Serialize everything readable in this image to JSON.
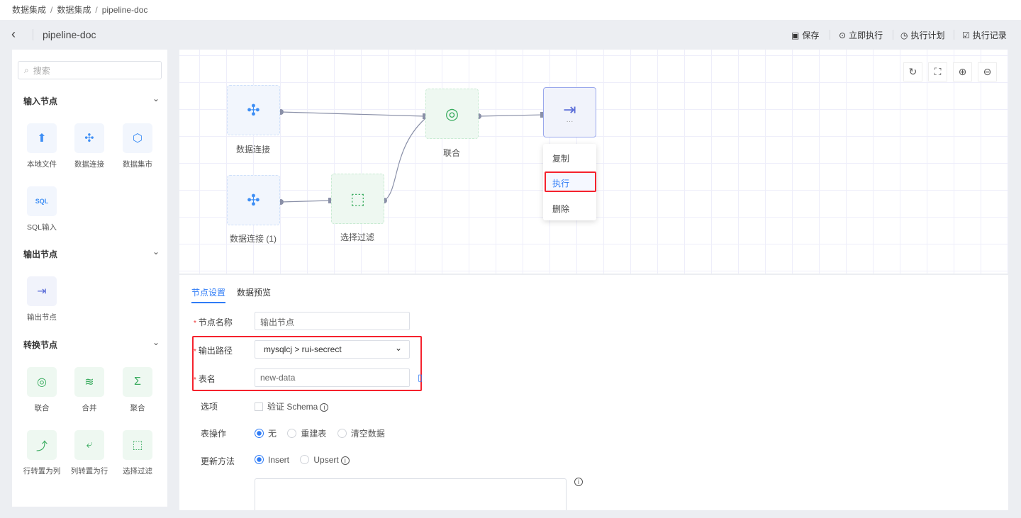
{
  "breadcrumb": [
    "数据集成",
    "数据集成",
    "pipeline-doc"
  ],
  "header": {
    "title": "pipeline-doc",
    "actions": {
      "save": "保存",
      "run_now": "立即执行",
      "schedule": "执行计划",
      "history": "执行记录"
    }
  },
  "sidebar": {
    "search_placeholder": "搜索",
    "sections": [
      {
        "title": "输入节点",
        "items": [
          "本地文件",
          "数据连接",
          "数据集市",
          "SQL输入"
        ]
      },
      {
        "title": "输出节点",
        "items": [
          "输出节点"
        ]
      },
      {
        "title": "转换节点",
        "items": [
          "联合",
          "合并",
          "聚合",
          "行转置为列",
          "列转置为行",
          "选择过滤"
        ]
      }
    ]
  },
  "canvas": {
    "nodes": {
      "conn1": "数据连接",
      "conn2": "数据连接 (1)",
      "filter": "选择过滤",
      "union": "联合"
    },
    "context_menu": [
      "复制",
      "执行",
      "删除"
    ]
  },
  "panel": {
    "tabs": [
      "节点设置",
      "数据预览"
    ],
    "fields": {
      "node_name_label": "节点名称",
      "node_name_value": "输出节点",
      "output_path_label": "输出路径",
      "output_path_value": "mysqlcj > rui-secrect",
      "table_name_label": "表名",
      "table_name_value": "new-data",
      "options_label": "选项",
      "options_checkbox": "验证 Schema",
      "table_op_label": "表操作",
      "table_op_options": [
        "无",
        "重建表",
        "清空数据"
      ],
      "update_label": "更新方法",
      "update_options": [
        "Insert",
        "Upsert"
      ]
    }
  },
  "colors": {
    "accent": "#2f7cf6",
    "highlight": "#f5222d"
  }
}
